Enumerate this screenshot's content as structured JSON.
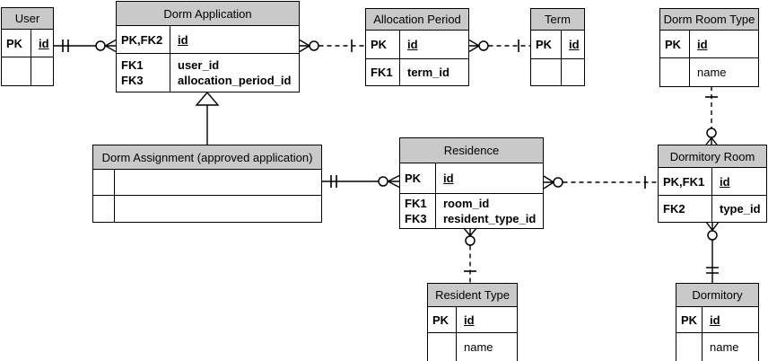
{
  "diagram": {
    "kind": "entity-relationship diagram",
    "notation": "crow's foot"
  },
  "colors": {
    "background": "#ffffff",
    "table_header_fill": "#c9c9c9",
    "table_border": "#000000",
    "line": "#000000",
    "text": "#000000"
  },
  "tables": {
    "user": {
      "title": "User",
      "rows": [
        {
          "key": "PK",
          "field": "id"
        },
        {
          "key": "",
          "field": ""
        }
      ]
    },
    "dorm_application": {
      "title": "Dorm Application",
      "rows": [
        {
          "key": "PK,FK2",
          "field": "id"
        },
        {
          "key": "FK1",
          "field": "user_id"
        },
        {
          "key": "FK3",
          "field": "allocation_period_id"
        }
      ]
    },
    "allocation_period": {
      "title": "Allocation Period",
      "rows": [
        {
          "key": "PK",
          "field": "id"
        },
        {
          "key": "FK1",
          "field": "term_id"
        }
      ]
    },
    "term": {
      "title": "Term",
      "rows": [
        {
          "key": "PK",
          "field": "id"
        },
        {
          "key": "",
          "field": ""
        }
      ]
    },
    "dorm_room_type": {
      "title": "Dorm Room Type",
      "rows": [
        {
          "key": "PK",
          "field": "id"
        },
        {
          "key": "",
          "field": "name"
        }
      ]
    },
    "dorm_assignment": {
      "title": "Dorm Assignment (approved application)",
      "rows": [
        {
          "key": "",
          "field": ""
        },
        {
          "key": "",
          "field": ""
        }
      ]
    },
    "residence": {
      "title": "Residence",
      "rows": [
        {
          "key": "PK",
          "field": "id"
        },
        {
          "key": "FK1",
          "field": "room_id"
        },
        {
          "key": "FK3",
          "field": "resident_type_id"
        }
      ]
    },
    "dormitory_room": {
      "title": "Dormitory Room",
      "rows": [
        {
          "key": "PK,FK1",
          "field": "id"
        },
        {
          "key": "FK2",
          "field": "type_id"
        }
      ]
    },
    "resident_type": {
      "title": "Resident Type",
      "rows": [
        {
          "key": "PK",
          "field": "id"
        },
        {
          "key": "",
          "field": "name"
        }
      ]
    },
    "dormitory": {
      "title": "Dormitory",
      "rows": [
        {
          "key": "PK",
          "field": "id"
        },
        {
          "key": "",
          "field": "name"
        }
      ]
    }
  },
  "relationships": [
    {
      "from": "User",
      "to": "Dorm Application",
      "from_end": "exactly one (double tick)",
      "to_end": "zero or many (circle + crow's foot)",
      "line": "solid"
    },
    {
      "from": "Dorm Application",
      "to": "Allocation Period",
      "from_end": "zero or many (crow's foot + circle)",
      "to_end": "one (single tick)",
      "line": "dashed"
    },
    {
      "from": "Allocation Period",
      "to": "Term",
      "from_end": "zero or many (crow's foot + circle)",
      "to_end": "one (single tick)",
      "line": "dashed"
    },
    {
      "from": "Dorm Room Type",
      "to": "Dormitory Room",
      "from_end": "one (single tick)",
      "to_end": "zero or many (circle + crow's foot)",
      "line": "dashed"
    },
    {
      "from": "Dorm Assignment (approved application)",
      "to": "Residence",
      "from_end": "exactly one (double tick)",
      "to_end": "zero or many (circle + crow's foot)",
      "line": "solid"
    },
    {
      "from": "Residence",
      "to": "Dormitory Room",
      "from_end": "zero or many (crow's foot + circle)",
      "to_end": "one (single tick)",
      "line": "dashed"
    },
    {
      "from": "Residence",
      "to": "Resident Type",
      "from_end": "zero or many (crow's foot + circle)",
      "to_end": "one (single tick)",
      "line": "dashed"
    },
    {
      "from": "Dormitory Room",
      "to": "Dormitory",
      "from_end": "zero or many (crow's foot + circle)",
      "to_end": "exactly one (double tick)",
      "line": "solid"
    },
    {
      "type": "inheritance (hollow triangle)",
      "parent": "Dorm Application",
      "child": "Dorm Assignment (approved application)"
    }
  ]
}
